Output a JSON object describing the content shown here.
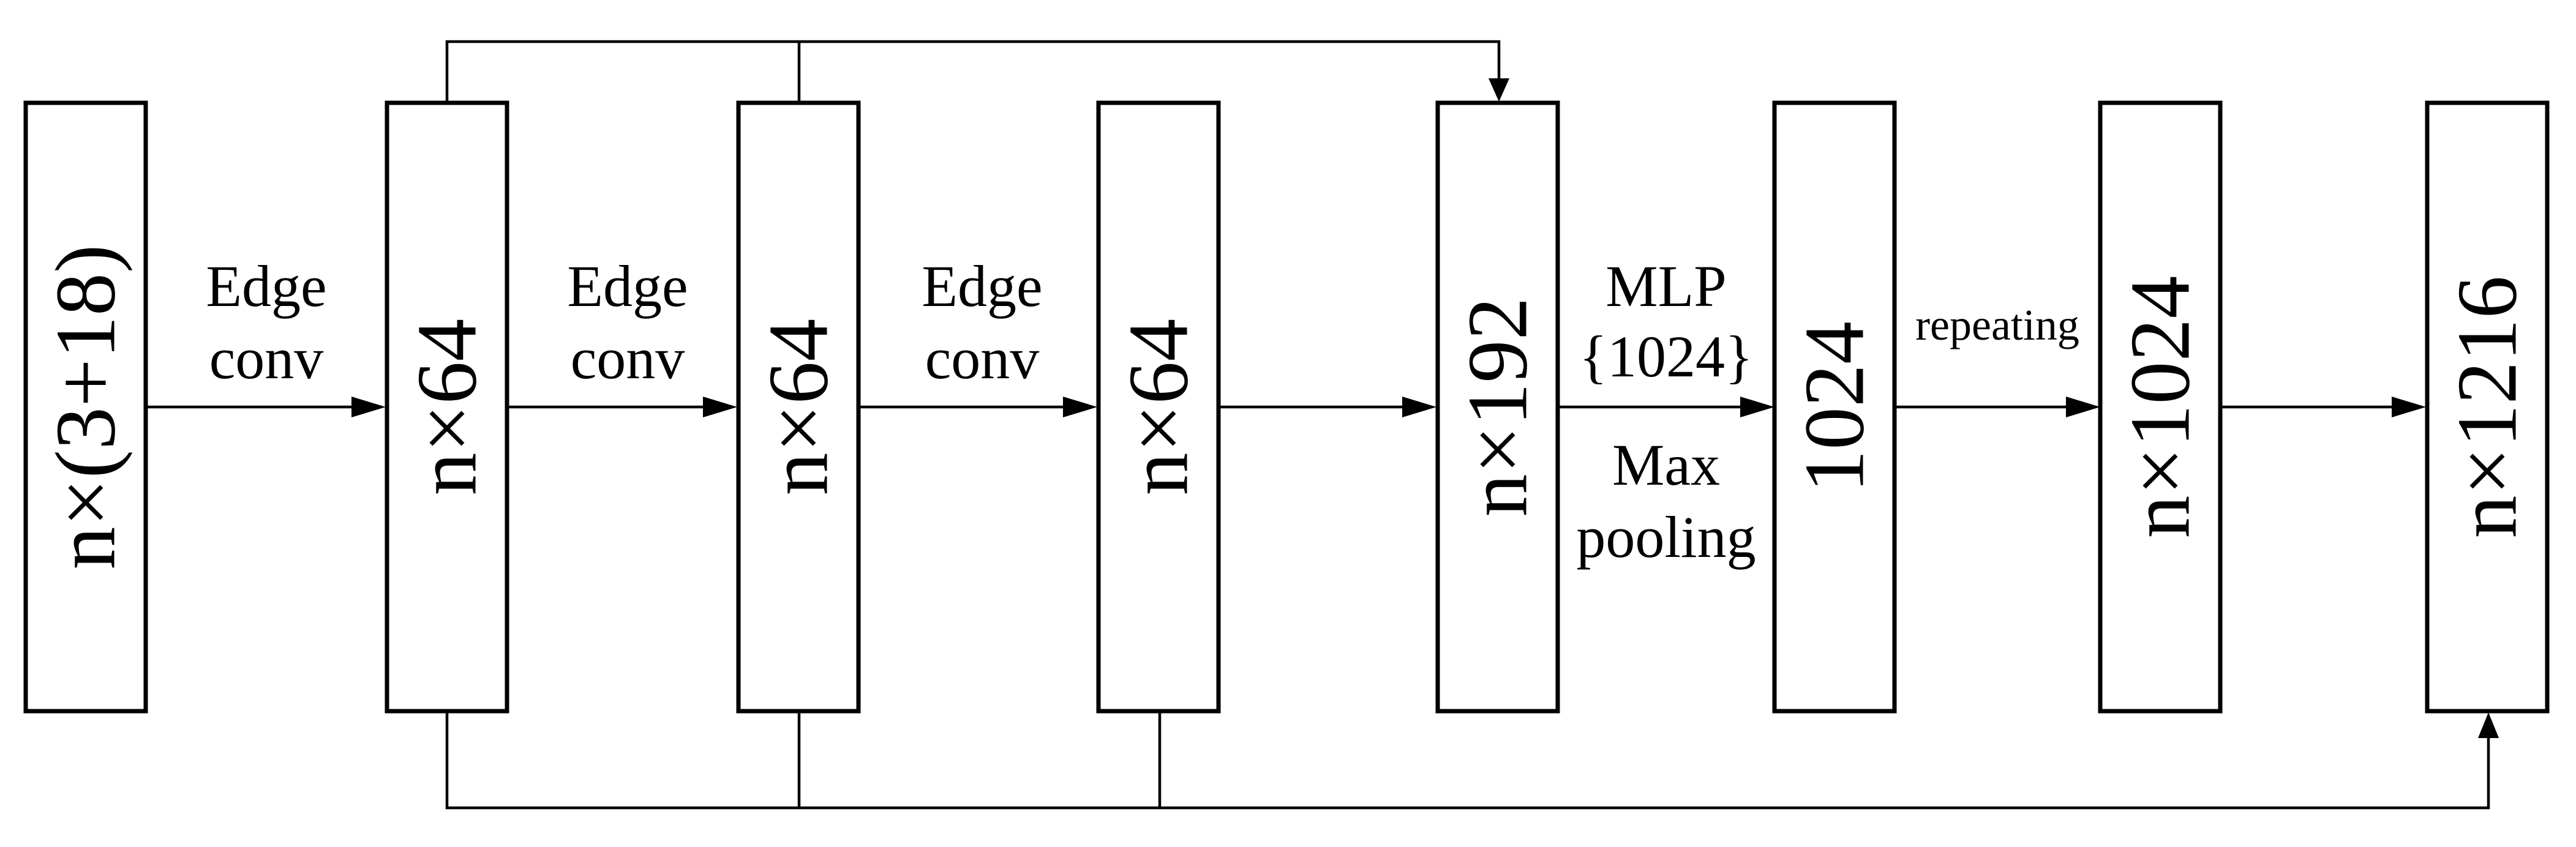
{
  "boxes": [
    {
      "id": "input",
      "label": "n×(3+18)"
    },
    {
      "id": "ec1",
      "label": "n×64"
    },
    {
      "id": "ec2",
      "label": "n×64"
    },
    {
      "id": "ec3",
      "label": "n×64"
    },
    {
      "id": "concat",
      "label": "n×192"
    },
    {
      "id": "global",
      "label": "1024"
    },
    {
      "id": "repeated",
      "label": "n×1024"
    },
    {
      "id": "output",
      "label": "n×1216"
    }
  ],
  "edges": {
    "edge_conv_1": [
      "Edge",
      "conv"
    ],
    "edge_conv_2": [
      "Edge",
      "conv"
    ],
    "edge_conv_3": [
      "Edge",
      "conv"
    ],
    "mlp": [
      "MLP",
      "{1024}"
    ],
    "max_pooling": [
      "Max",
      "pooling"
    ],
    "repeating": "repeating"
  }
}
